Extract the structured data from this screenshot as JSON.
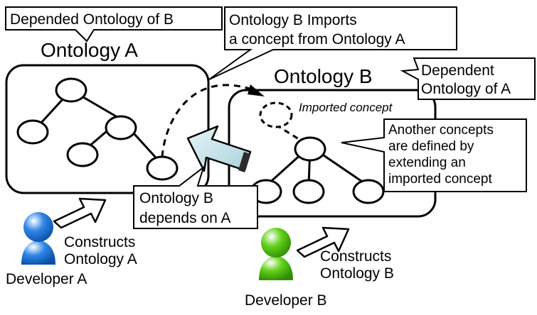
{
  "ontology_a": {
    "title": "Ontology A",
    "callout_lines": [
      "Depended Ontology of B"
    ]
  },
  "ontology_b": {
    "title": "Ontology B",
    "callout_lines": [
      "Dependent",
      "Ontology of A"
    ],
    "imported_concept_label": "Imported concept",
    "extension_note_lines": [
      "Another concepts",
      "are defined  by",
      "extending an",
      "imported concept"
    ]
  },
  "import_note_lines": [
    "Ontology B Imports",
    "a concept from Ontology A"
  ],
  "dependency_note_lines": [
    "Ontology B",
    "depends on A"
  ],
  "developer_a": {
    "name": "Developer A",
    "action_lines": [
      "Constructs",
      "Ontology A"
    ],
    "color": "#2f86e6"
  },
  "developer_b": {
    "name": "Developer B",
    "action_lines": [
      "Constructs",
      "Ontology B"
    ],
    "color": "#62d118"
  },
  "dependency_arrow_color": "#a9d3dc"
}
